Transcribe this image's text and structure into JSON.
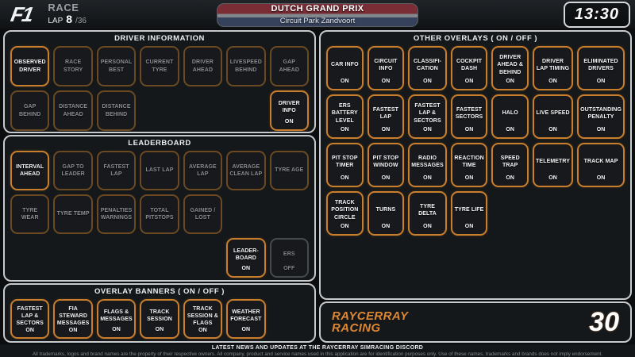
{
  "header": {
    "logo": "F1",
    "session": "RACE",
    "lap_label": "LAP",
    "lap_current": "8",
    "lap_total": "/36",
    "event_title": "DUTCH GRAND PRIX",
    "event_subtitle": "Circuit Park Zandvoort",
    "clock": "13:30"
  },
  "colors": {
    "accent_on": "#c97e2d",
    "accent_dim": "#6b4a23",
    "accent_off": "#46494d",
    "brand_orange": "#de8733",
    "flag_red": "#7b2d36",
    "flag_gray": "#82878c",
    "flag_blue": "#36425c"
  },
  "panels": [
    {
      "id": "driver-information",
      "title": "DRIVER INFORMATION",
      "columns": 7,
      "rows": [
        [
          {
            "label": "OBSERVED DRIVER",
            "style": "active"
          },
          {
            "label": "RACE STORY",
            "style": "dim"
          },
          {
            "label": "PERSONAL BEST",
            "style": "dim"
          },
          {
            "label": "CURRENT TYRE",
            "style": "dim"
          },
          {
            "label": "DRIVER AHEAD",
            "style": "dim"
          },
          {
            "label": "LIVESPEED BEHIND",
            "style": "dim"
          },
          {
            "label": "GAP AHEAD",
            "style": "dim"
          }
        ],
        [
          {
            "label": "GAP BEHIND",
            "style": "dim"
          },
          {
            "label": "DISTANCE AHEAD",
            "style": "dim"
          },
          {
            "label": "DISTANCE BEHIND",
            "style": "dim"
          },
          null,
          null,
          null,
          {
            "label": "DRIVER INFO",
            "state": "ON",
            "style": "active"
          }
        ]
      ]
    },
    {
      "id": "leaderboard",
      "title": "LEADERBOARD",
      "columns": 7,
      "rows": [
        [
          {
            "label": "INTERVAL AHEAD",
            "style": "active"
          },
          {
            "label": "GAP TO LEADER",
            "style": "dim"
          },
          {
            "label": "FASTEST LAP",
            "style": "dim"
          },
          {
            "label": "LAST LAP",
            "style": "dim"
          },
          {
            "label": "AVERAGE LAP",
            "style": "dim"
          },
          {
            "label": "AVERAGE CLEAN LAP",
            "style": "dim"
          },
          {
            "label": "TYRE AGE",
            "style": "dim"
          }
        ],
        [
          {
            "label": "TYRE WEAR",
            "style": "dim"
          },
          {
            "label": "TYRE TEMP",
            "style": "dim"
          },
          {
            "label": "PENALTIES WARNINGS",
            "style": "dim"
          },
          {
            "label": "TOTAL PITSTOPS",
            "style": "dim"
          },
          {
            "label": "GAINED / LOST",
            "style": "dim"
          },
          null,
          null
        ],
        [
          null,
          null,
          null,
          null,
          null,
          {
            "label": "LEADER-BOARD",
            "state": "ON",
            "style": "active"
          },
          {
            "label": "ERS",
            "state": "OFF",
            "style": "off"
          }
        ]
      ]
    },
    {
      "id": "overlay-banners",
      "title": "OVERLAY BANNERS ( ON / OFF )",
      "columns": 7,
      "rows": [
        [
          {
            "label": "FASTEST LAP & SECTORS",
            "state": "ON",
            "style": "active"
          },
          {
            "label": "FIA STEWARD MESSAGES",
            "state": "ON",
            "style": "active"
          },
          {
            "label": "FLAGS & MESSAGES",
            "state": "ON",
            "style": "active"
          },
          {
            "label": "TRACK SESSION",
            "state": "ON",
            "style": "active"
          },
          {
            "label": "TRACK SESSION & FLAGS",
            "state": "ON",
            "style": "active"
          },
          {
            "label": "WEATHER FORECAST",
            "state": "ON",
            "style": "active"
          },
          null
        ]
      ]
    },
    {
      "id": "other-overlays",
      "title": "OTHER OVERLAYS ( ON / OFF )",
      "columns": 7,
      "rows": [
        [
          {
            "label": "CAR INFO",
            "state": "ON",
            "style": "active"
          },
          {
            "label": "CIRCUIT INFO",
            "state": "ON",
            "style": "active"
          },
          {
            "label": "CLASSIFI-CATION",
            "state": "ON",
            "style": "active"
          },
          {
            "label": "COCKPIT DASH",
            "state": "ON",
            "style": "active"
          },
          {
            "label": "DRIVER AHEAD & BEHIND",
            "state": "ON",
            "style": "active"
          },
          {
            "label": "DRIVER LAP TIMING",
            "state": "ON",
            "style": "active"
          },
          {
            "label": "ELIMINATED DRIVERS",
            "state": "ON",
            "style": "active"
          }
        ],
        [
          {
            "label": "ERS BATTERY LEVEL",
            "state": "ON",
            "style": "active"
          },
          {
            "label": "FASTEST LAP",
            "state": "ON",
            "style": "active"
          },
          {
            "label": "FASTEST LAP & SECTORS",
            "state": "ON",
            "style": "active"
          },
          {
            "label": "FASTEST SECTORS",
            "state": "ON",
            "style": "active"
          },
          {
            "label": "HALO",
            "state": "ON",
            "style": "active"
          },
          {
            "label": "LIVE SPEED",
            "state": "ON",
            "style": "active"
          },
          {
            "label": "OUTSTANDING PENALTY",
            "state": "ON",
            "style": "active"
          }
        ],
        [
          {
            "label": "PIT STOP TIMER",
            "state": "ON",
            "style": "active"
          },
          {
            "label": "PIT STOP WINDOW",
            "state": "ON",
            "style": "active"
          },
          {
            "label": "RADIO MESSAGES",
            "state": "ON",
            "style": "active"
          },
          {
            "label": "REACTION TIME",
            "state": "ON",
            "style": "active"
          },
          {
            "label": "SPEED TRAP",
            "state": "ON",
            "style": "active"
          },
          {
            "label": "TELEMETRY",
            "state": "ON",
            "style": "active"
          },
          {
            "label": "TRACK MAP",
            "state": "ON",
            "style": "active"
          }
        ],
        [
          {
            "label": "TRACK POSITION CIRCLE",
            "state": "ON",
            "style": "active"
          },
          {
            "label": "TURNS",
            "state": "ON",
            "style": "active"
          },
          {
            "label": "TYRE DELTA",
            "state": "ON",
            "style": "active"
          },
          {
            "label": "TYRE LIFE",
            "state": "ON",
            "style": "active"
          },
          null,
          null,
          null
        ]
      ]
    }
  ],
  "brand": {
    "line1": "RAYCERRAY",
    "line2": "RACING",
    "number": "30"
  },
  "footer": {
    "news": "LATEST NEWS AND UPDATES AT THE RAYCERRAY SIMRACING DISCORD",
    "disclaimer": "All trademarks, logos and brand names are the property of their respective owners. All company, product and service names used in this application are for identification purposes only. Use of these names, trademarks and brands does not imply endorsement."
  }
}
